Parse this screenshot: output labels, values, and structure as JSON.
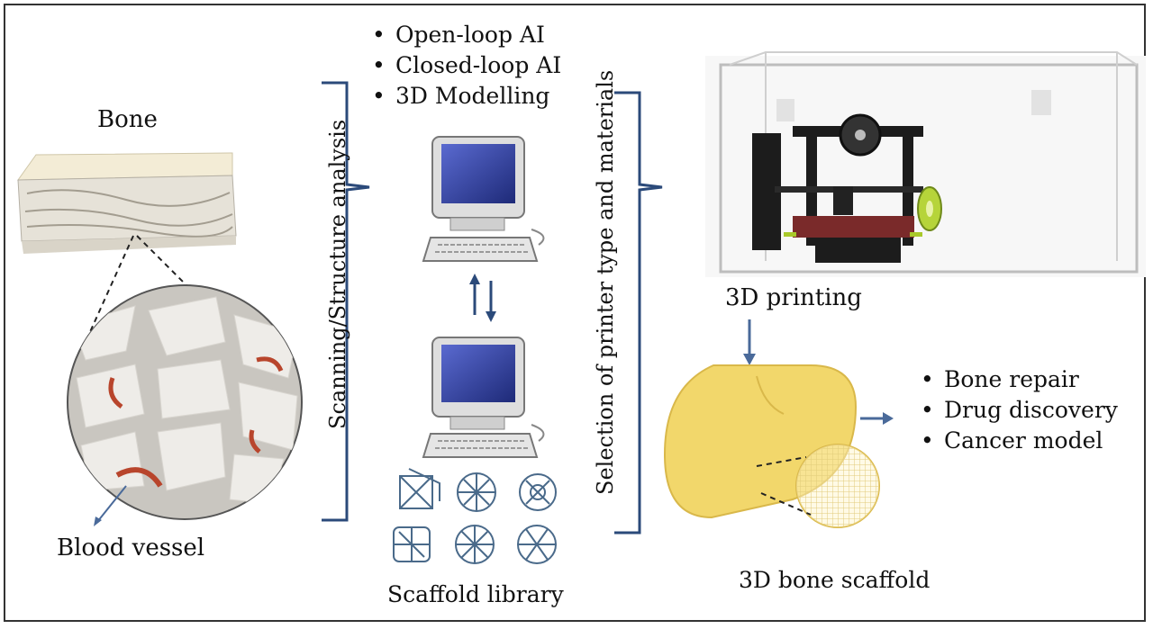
{
  "bone": {
    "title": "Bone",
    "vessel_label": "Blood vessel"
  },
  "analysis": {
    "label": "Scanning/Structure analysis"
  },
  "ai_methods": [
    "Open-loop AI",
    "Closed-loop AI",
    "3D Modelling"
  ],
  "selection": {
    "label": "Selection of printer type and materials"
  },
  "library": {
    "label": "Scaffold library"
  },
  "printing": {
    "label": "3D printing"
  },
  "scaffold": {
    "label": "3D bone scaffold"
  },
  "applications": [
    "Bone repair",
    "Drug discovery",
    "Cancer model"
  ],
  "colors": {
    "bracket": "#2b4a7a",
    "arrow": "#4a6a9a",
    "scaffold": "#f2d76b",
    "vessel": "#b8452c",
    "screen": "#2e3a8c"
  }
}
